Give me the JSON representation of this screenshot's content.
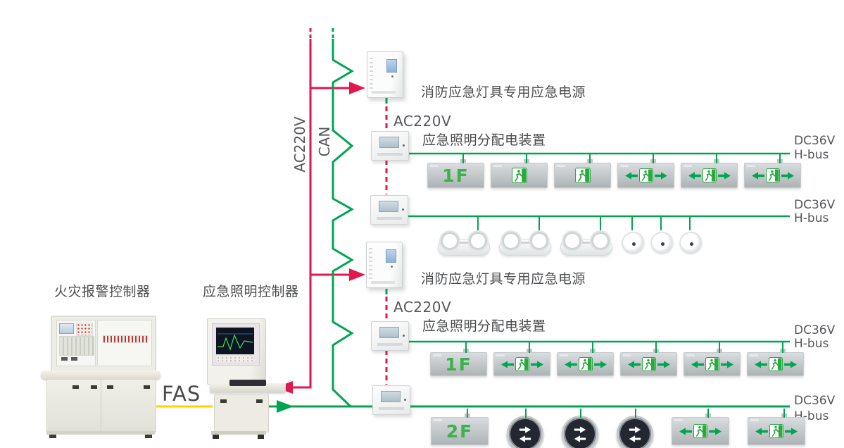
{
  "colors": {
    "red": "#e3164e",
    "green": "#00a551",
    "yellow": "#ffd200",
    "label_text": "#4b4c4e",
    "sign_green": "#3cb24a"
  },
  "consoles": {
    "fire_alarm": {
      "label": "火灾报警控制器"
    },
    "lighting_controller": {
      "label": "应急照明控制器"
    },
    "fas_link_label": "FAS"
  },
  "trunks": {
    "ac_vertical_label": "AC220V",
    "can_vertical_label": "CAN"
  },
  "upper_branch": {
    "psu_label": "消防应急灯具专用应急电源",
    "ac_label": "AC220V",
    "dist_label": "应急照明分配电装置"
  },
  "lower_branch": {
    "psu_label": "消防应急灯具专用应急电源",
    "ac_label": "AC220V",
    "dist_label": "应急照明分配电装置"
  },
  "rows": [
    {
      "dc_label": "DC36V",
      "hbus_label": "H-bus",
      "devices": [
        {
          "type": "floor",
          "text": "1F"
        },
        {
          "type": "man"
        },
        {
          "type": "man"
        },
        {
          "type": "arrowman"
        },
        {
          "type": "arrowman"
        },
        {
          "type": "arrowman"
        }
      ]
    },
    {
      "dc_label": "DC36V",
      "hbus_label": "H-bus",
      "devices": [
        {
          "type": "twin"
        },
        {
          "type": "twin"
        },
        {
          "type": "twin"
        },
        {
          "type": "down"
        },
        {
          "type": "down"
        },
        {
          "type": "down"
        }
      ]
    },
    {
      "dc_label": "DC36V",
      "hbus_label": "H-bus",
      "devices": [
        {
          "type": "floor",
          "text": "1F"
        },
        {
          "type": "arrowman"
        },
        {
          "type": "arrowman"
        },
        {
          "type": "arrowman"
        },
        {
          "type": "arrowman"
        },
        {
          "type": "arrowman"
        }
      ]
    },
    {
      "dc_label": "DC36V",
      "hbus_label": "H-bus",
      "devices": [
        {
          "type": "floor",
          "text": "2F"
        },
        {
          "type": "disc"
        },
        {
          "type": "disc"
        },
        {
          "type": "disc"
        },
        {
          "type": "arrowman"
        },
        {
          "type": "arrowman"
        }
      ]
    }
  ]
}
